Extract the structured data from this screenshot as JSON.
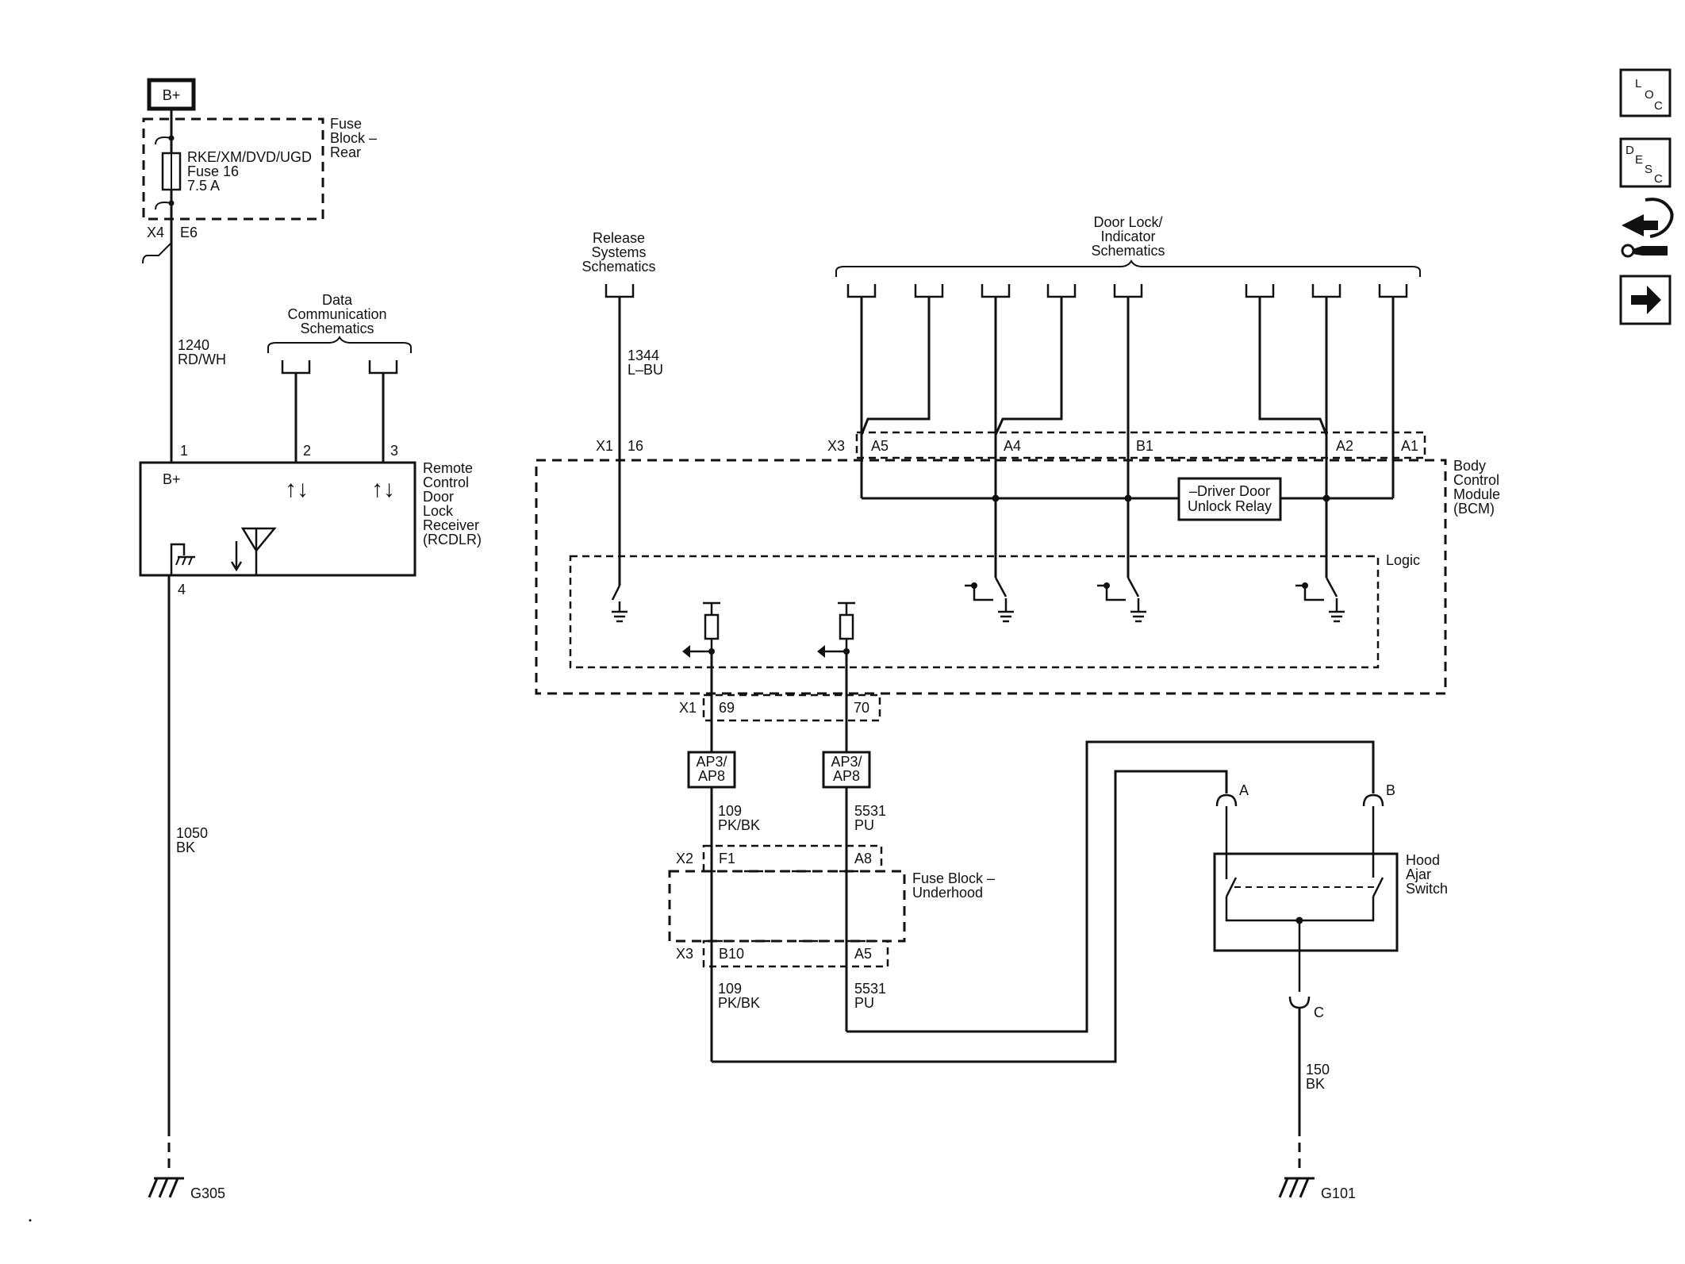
{
  "power": {
    "source": "B+"
  },
  "fuse_rear": {
    "block_label": [
      "Fuse",
      "Block –",
      "Rear"
    ],
    "fuse_label": [
      "RKE/XM/DVD/UGD",
      "Fuse 16",
      "7.5 A"
    ],
    "connector": "X4",
    "pin": "E6"
  },
  "wires": {
    "w1240": [
      "1240",
      "RD/WH"
    ],
    "w1050": [
      "1050",
      "BK"
    ],
    "w1344": [
      "1344",
      "L–BU"
    ],
    "w109a": [
      "109",
      "PK/BK"
    ],
    "w5531a": [
      "5531",
      "PU"
    ],
    "w109b": [
      "109",
      "PK/BK"
    ],
    "w5531b": [
      "5531",
      "PU"
    ],
    "w150": [
      "150",
      "BK"
    ]
  },
  "data_comm": {
    "label": [
      "Data",
      "Communication",
      "Schematics"
    ]
  },
  "rcdlr": {
    "label": [
      "Remote",
      "Control",
      "Door",
      "Lock",
      "Receiver",
      "(RCDLR)"
    ],
    "bplus": "B+",
    "pins": [
      "1",
      "2",
      "3",
      "4"
    ],
    "arrows": "↑↓"
  },
  "release": {
    "label": [
      "Release",
      "Systems",
      "Schematics"
    ]
  },
  "door_lock": {
    "label": [
      "Door Lock/",
      "Indicator",
      "Schematics"
    ]
  },
  "bcm": {
    "label": [
      "Body",
      "Control",
      "Module",
      "(BCM)"
    ],
    "logic": "Logic",
    "relay": [
      "–Driver Door",
      "Unlock Relay"
    ],
    "x1": "X1",
    "x1_pin": "16",
    "x3": "X3",
    "x3_pins": [
      "A5",
      "A4",
      "B1",
      "A2",
      "A1"
    ],
    "x1_lower": "X1",
    "lower_pins": [
      "69",
      "70"
    ]
  },
  "ap": {
    "left": [
      "AP3/",
      "AP8"
    ],
    "right": [
      "AP3/",
      "AP8"
    ]
  },
  "fuse_under": {
    "label": [
      "Fuse Block –",
      "Underhood"
    ],
    "x2": "X2",
    "x2_pins": [
      "F1",
      "A8"
    ],
    "x3": "X3",
    "x3_pins": [
      "B10",
      "A5"
    ]
  },
  "hood": {
    "label": [
      "Hood",
      "Ajar",
      "Switch"
    ],
    "pin_a": "A",
    "pin_b": "B",
    "pin_c": "C"
  },
  "grounds": {
    "left": "G305",
    "right": "G101"
  },
  "nav_buttons": {
    "loc": [
      "L",
      "O",
      "C"
    ],
    "desc": [
      "D",
      "E",
      "S",
      "C"
    ]
  }
}
